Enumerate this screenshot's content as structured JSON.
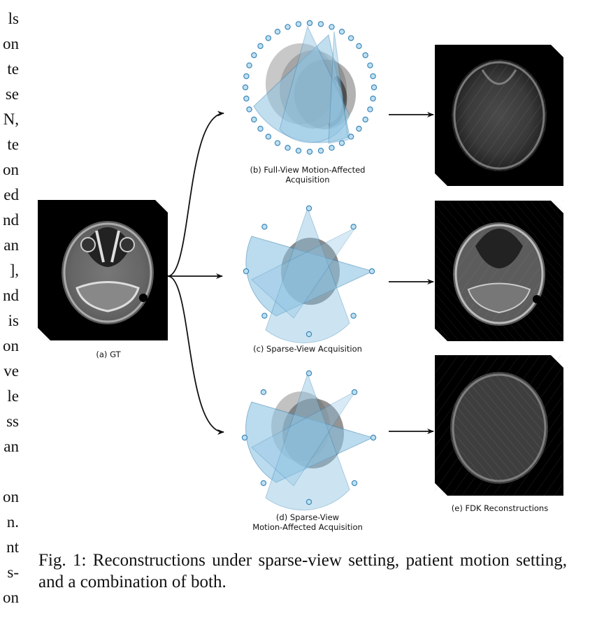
{
  "body_text_fragments": [
    "ls",
    "on",
    "te",
    "se",
    "N,",
    "te",
    "on",
    "ed",
    "nd",
    "an",
    "],",
    "nd",
    "is",
    "on",
    "ve",
    "le",
    "ss",
    "an",
    "",
    "on",
    "n.",
    "nt",
    "s-",
    "on"
  ],
  "panels": {
    "a": {
      "label": "(a) GT"
    },
    "b": {
      "label_line1": "(b) Full-View Motion-Affected",
      "label_line2": "Acquisition"
    },
    "c": {
      "label": "(c) Sparse-View Acquisition"
    },
    "d": {
      "label_line1": "(d) Sparse-View",
      "label_line2": "Motion-Affected Acquisition"
    },
    "e": {
      "label": "(e) FDK Reconstructions"
    }
  },
  "caption": {
    "prefix": "Fig. 1:",
    "text": "Reconstructions under sparse-view setting, patient motion setting, and a combination of both."
  },
  "colors": {
    "source_fill": "#bfe0f2",
    "source_stroke": "#3d88b8",
    "fan_fill": "#9ccbe6",
    "ct_background": "#000000"
  },
  "icons": [
    "source-dot-icon",
    "arrow-icon",
    "ct-slice-image"
  ]
}
